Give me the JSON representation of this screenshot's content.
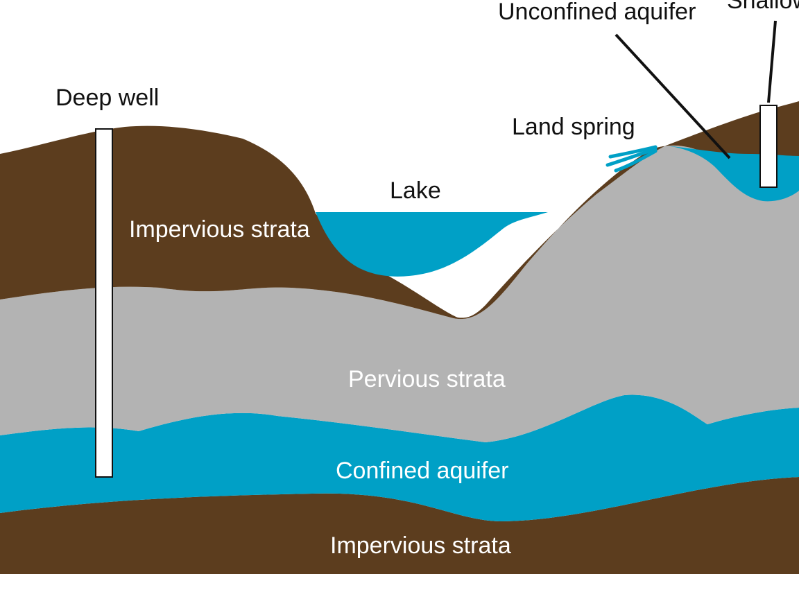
{
  "labels": {
    "unconfined_aquifer": "Unconfined aquifer",
    "shallow_well": "Shallow",
    "deep_well": "Deep well",
    "land_spring": "Land spring",
    "lake": "Lake",
    "impervious_strata_top": "Impervious strata",
    "pervious_strata": "Pervious strata",
    "confined_aquifer": "Confined aquifer",
    "impervious_strata_bottom": "Impervious strata"
  },
  "colors": {
    "soil": "#5c3d1e",
    "rock": "#b3b3b3",
    "water": "#00a0c6",
    "well": "#ffffff"
  }
}
